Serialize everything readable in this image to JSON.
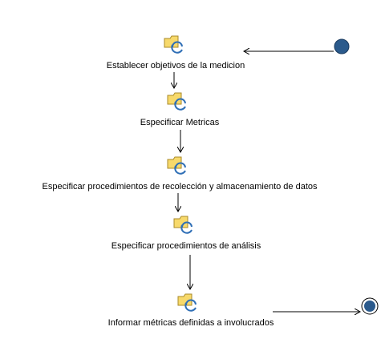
{
  "diagram": {
    "colors": {
      "folder_fill": "#f7d96b",
      "folder_stroke": "#a88a2a",
      "cycle_arrow": "#2f6fb6",
      "initial_node": "#2b5a8c",
      "final_node": "#2b5a8c",
      "line": "#000000",
      "text": "#000000"
    },
    "icon_name": "activity-task-icon",
    "activities": [
      {
        "id": "a1",
        "label": "Establecer objetivos de la medicion"
      },
      {
        "id": "a2",
        "label": "Especificar Metricas"
      },
      {
        "id": "a3",
        "label": "Especificar procedimientos de recolección y almacenamiento de datos"
      },
      {
        "id": "a4",
        "label": "Especificar procedimientos de análisis"
      },
      {
        "id": "a5",
        "label": "Informar métricas definidas a involucrados"
      }
    ]
  }
}
